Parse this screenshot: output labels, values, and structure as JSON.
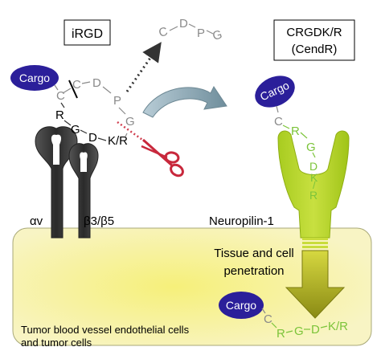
{
  "labels": {
    "irgd_box": "iRGD",
    "cendr_box_line1": "CRGDK/R",
    "cendr_box_line2": "(CendR)",
    "cargo": "Cargo",
    "integrin_alpha": "αv",
    "integrin_beta": "β3/β5",
    "neuropilin": "Neuropilin-1",
    "penetration_line1": "Tissue and cell",
    "penetration_line2": "penetration",
    "tumor_line1": "Tumor blood vessel endothelial cells",
    "tumor_line2": "and tumor cells"
  },
  "residues": {
    "C": "C",
    "R": "R",
    "G": "G",
    "D": "D",
    "P": "P",
    "KR": "K/R",
    "K": "K",
    "slash": "/"
  },
  "colors": {
    "cargo_fill": "#2b1f9a",
    "peptide_grey": "#8a8a8a",
    "cendr_green": "#7cc43a",
    "neuropilin_green": "#b3d22a",
    "cell_fill": "#f4ef9c",
    "integrin_dark": "#3a3a3a",
    "scissors_red": "#c8283c",
    "cleavage_red": "#d04050",
    "curved_arrow": "#8ea6b2",
    "penetration_arrow": "#9a9a20"
  },
  "icons": [
    "scissors-icon",
    "curved-arrow-icon",
    "down-arrow-icon",
    "dotted-arrow-icon"
  ]
}
